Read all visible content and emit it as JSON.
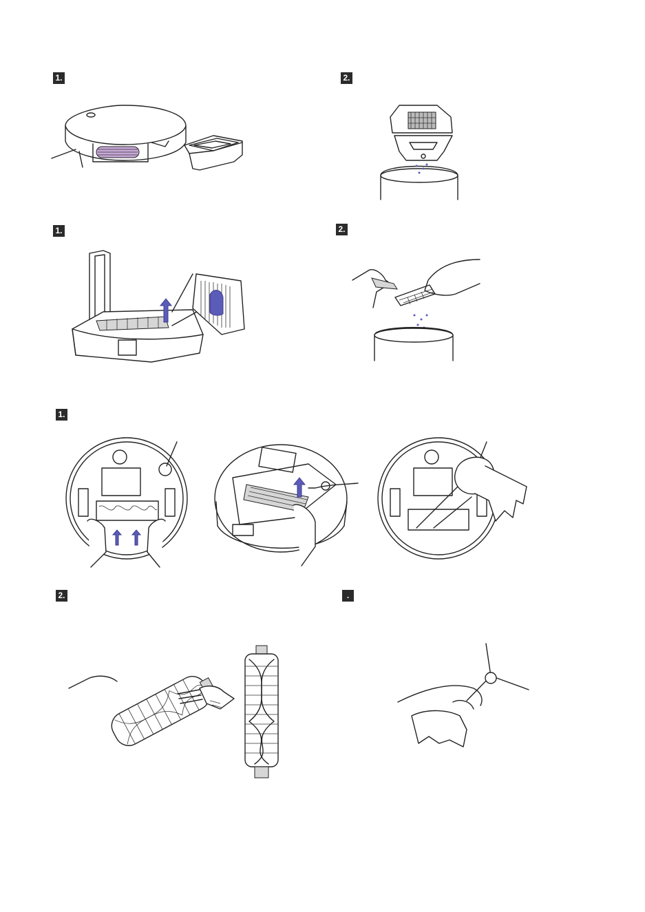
{
  "steps": {
    "s1": "1.",
    "s2": "2.",
    "s3": "1.",
    "s4": "2.",
    "s5": "1.",
    "s6": "2.",
    "s7": "."
  },
  "colors": {
    "accent": "#5b5bb8",
    "badge": "#2b2b2b",
    "line": "#222222"
  },
  "icons": [
    "robot-vacuum-with-dustbin",
    "dustbin-emptying",
    "dustbin-filter-lift",
    "filter-tapping",
    "main-brush-removal",
    "main-brush-lift",
    "brush-compartment-wipe",
    "main-brush-cleaning-tool",
    "main-brush",
    "side-brush-wipe"
  ]
}
